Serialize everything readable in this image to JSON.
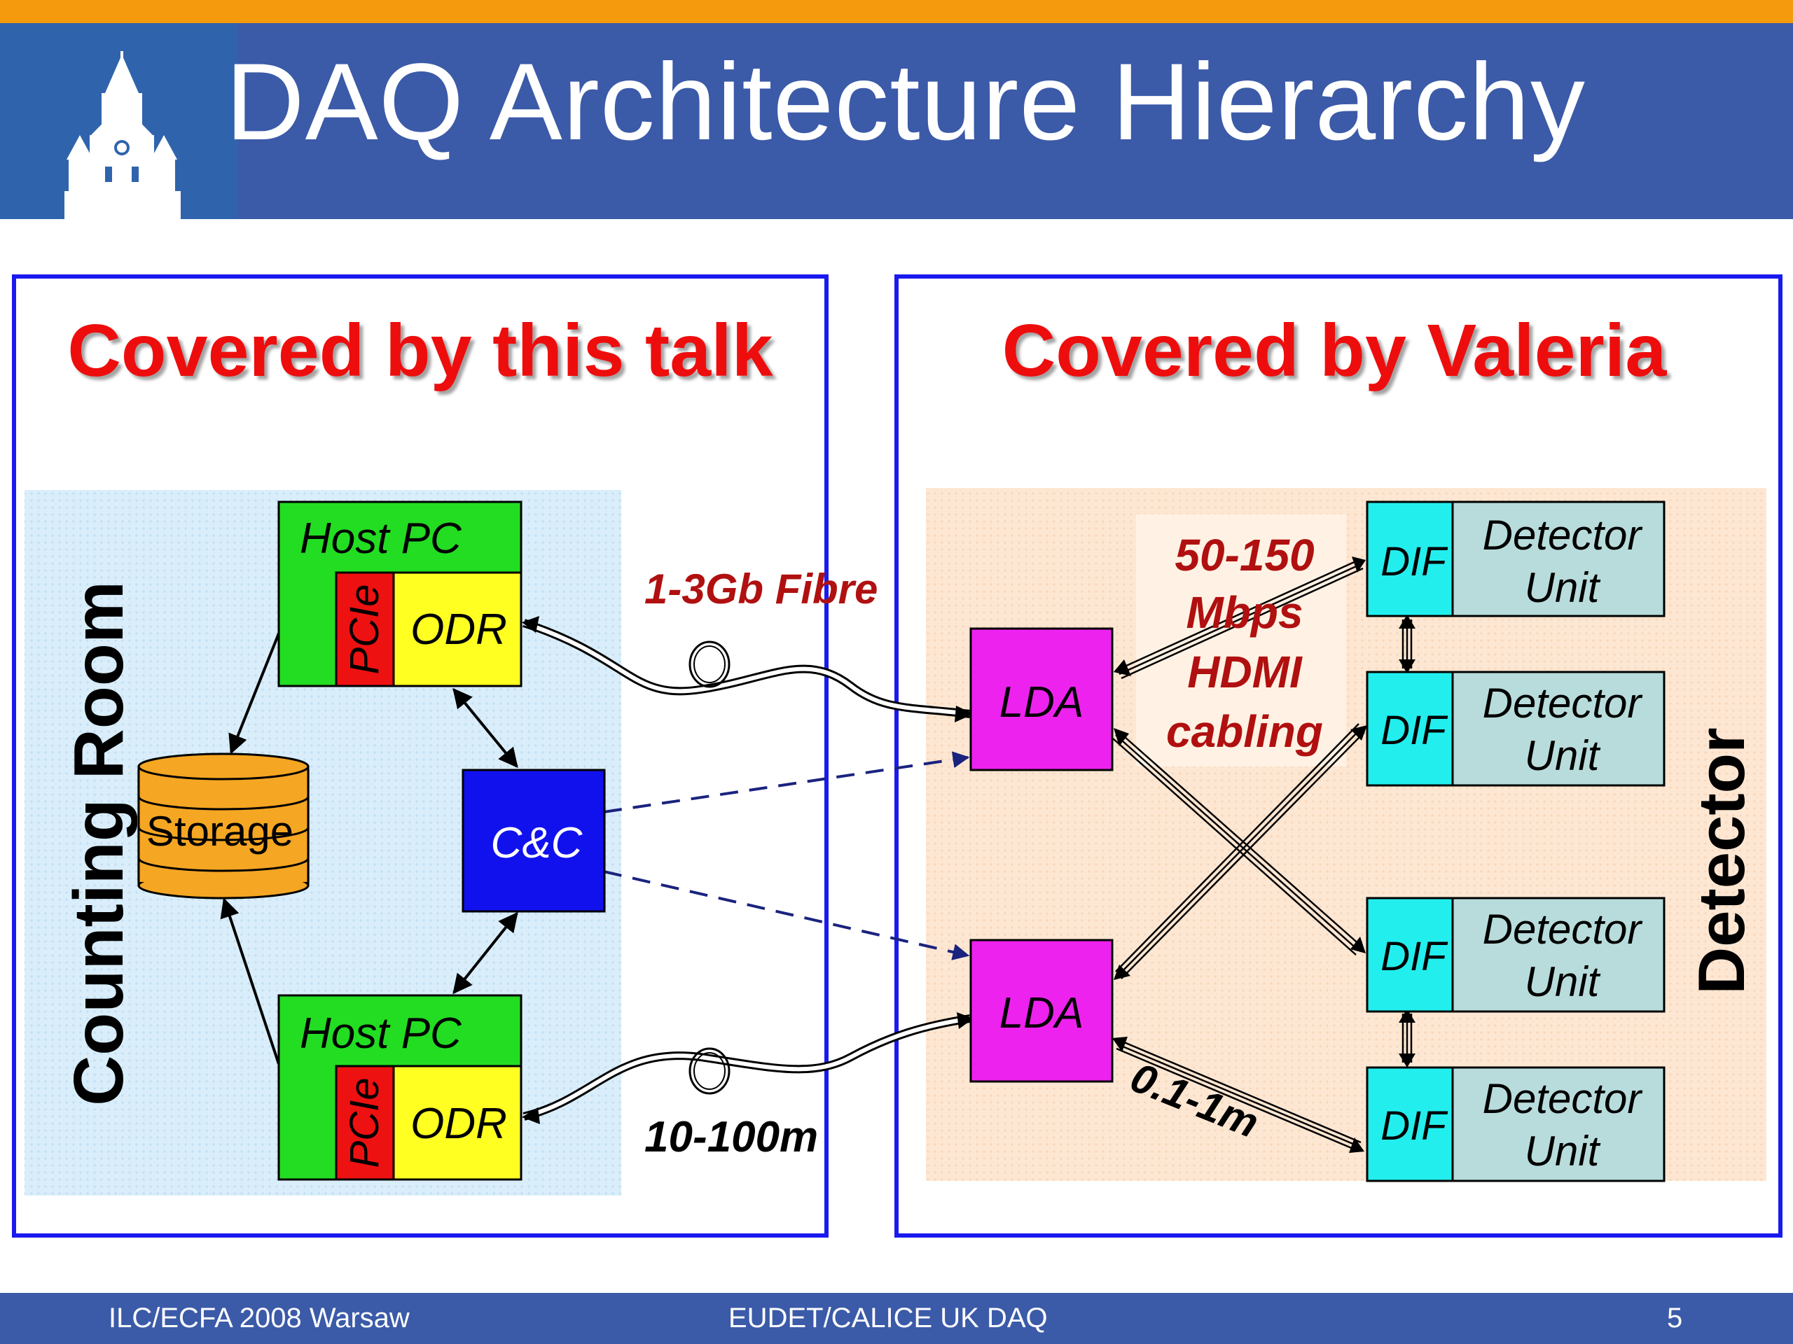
{
  "slide": {
    "title": "DAQ Architecture Hierarchy",
    "footer_left": "ILC/ECFA 2008 Warsaw",
    "footer_center": "EUDET/CALICE UK DAQ",
    "footer_right": "5"
  },
  "panels": {
    "left_heading": "Covered by this talk",
    "right_heading": "Covered by Valeria",
    "counting_room": "Counting Room",
    "detector": "Detector"
  },
  "nodes": {
    "host_pc": "Host PC",
    "pcie": "PCIe",
    "odr": "ODR",
    "storage": "Storage",
    "cc": "C&C",
    "lda": "LDA",
    "dif": "DIF",
    "detector_unit_line1": "Detector",
    "detector_unit_line2": "Unit"
  },
  "labels": {
    "fibre": "1-3Gb Fibre",
    "fibre_length": "10-100m",
    "hdmi_line1": "50-150",
    "hdmi_line2": "Mbps",
    "hdmi_line3": "HDMI",
    "hdmi_line4": "cabling",
    "short_length": "0.1-1m"
  },
  "colors": {
    "orange_stripe": "#f59a0c",
    "header_blue": "#3b5aa8",
    "heading_red": "#ee1111",
    "host_green": "#22dd22",
    "odr_yellow": "#ffff22",
    "pcie_red": "#ee1111",
    "cc_blue": "#1111ee",
    "lda_magenta": "#ee22ee",
    "dif_cyan": "#22eeee",
    "unit_grey": "#b8dcdc",
    "storage_orange": "#f5a623",
    "counting_bg": "#d9eefa",
    "detector_bg": "#fde7d3"
  }
}
